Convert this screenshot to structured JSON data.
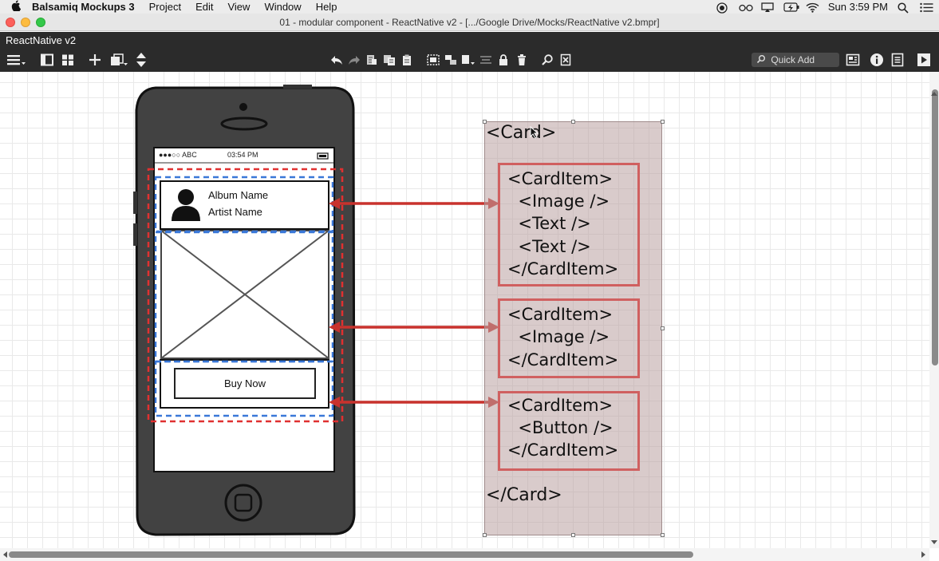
{
  "menubar": {
    "app_name": "Balsamiq Mockups 3",
    "menus": [
      "Project",
      "Edit",
      "View",
      "Window",
      "Help"
    ],
    "clock": "Sun 3:59 PM"
  },
  "window": {
    "title": "01 - modular component - ReactNative v2 - [.../Google Drive/Mocks/ReactNative v2.bmpr]"
  },
  "app": {
    "project_name": "ReactNative v2",
    "quick_add_label": "Quick Add"
  },
  "phone": {
    "carrier": "●●●○○ ABC",
    "time": "03:54 PM",
    "album_name": "Album Name",
    "artist_name": "Artist Name",
    "buy_label": "Buy Now"
  },
  "card": {
    "open_tag": "<Card>",
    "close_tag": "</Card>",
    "items": [
      {
        "lines": [
          "<CardItem>",
          "  <Image />",
          "  <Text />",
          "  <Text />",
          "</CardItem>"
        ]
      },
      {
        "lines": [
          "<CardItem>",
          "  <Image />",
          "</CardItem>"
        ]
      },
      {
        "lines": [
          "<CardItem>",
          "  <Button />",
          "</CardItem>"
        ]
      }
    ]
  },
  "colors": {
    "arrow_red": "#c8322d",
    "dash_red": "#e03030",
    "dash_blue": "#3a78d8"
  }
}
